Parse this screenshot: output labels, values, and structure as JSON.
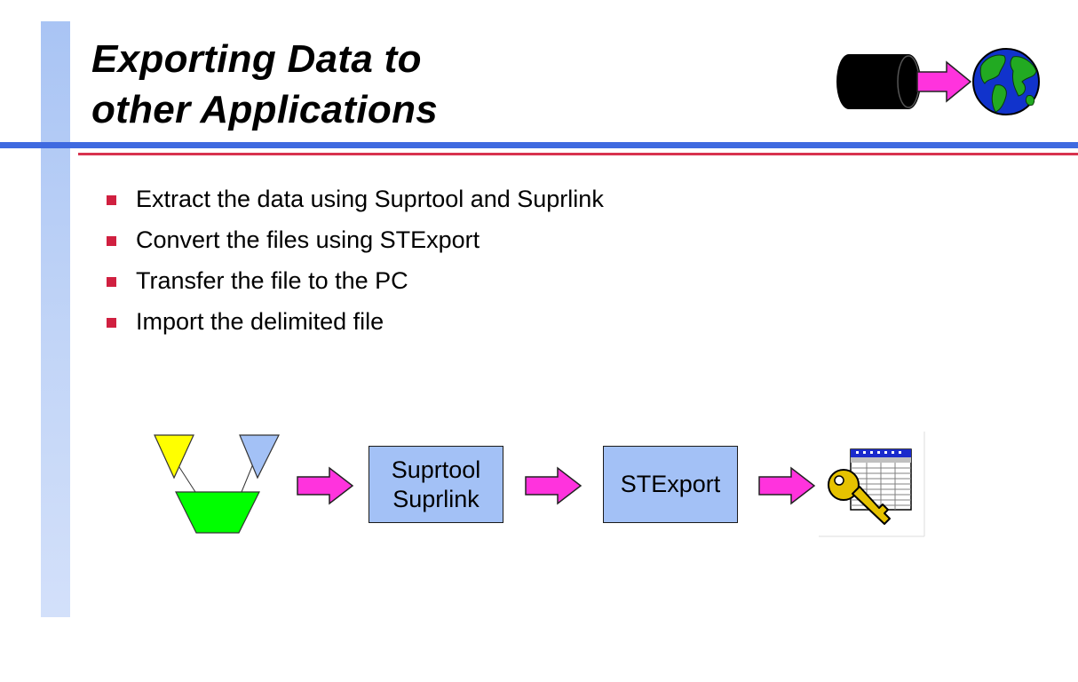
{
  "title": {
    "line1": "Exporting Data to",
    "line2": "other Applications"
  },
  "bullets": [
    "Extract the data using Suprtool and Suprlink",
    "Convert the files using STExport",
    "Transfer the file to the PC",
    "Import the delimited file"
  ],
  "diagram": {
    "box1_line1": "Suprtool",
    "box1_line2": "Suprlink",
    "box2": "STExport"
  },
  "colors": {
    "accent_blue": "#3f6ae0",
    "accent_red": "#d8324e",
    "arrow_magenta": "#ff33dd",
    "box_blue": "#a3c1f6",
    "merge_green": "#00ff00",
    "input_yellow": "#ffff00"
  },
  "icons": {
    "header_left": "disk-cylinder-icon",
    "header_right": "globe-icon",
    "diagram_start": "merge-funnel-icon",
    "diagram_end": "key-spreadsheet-icon"
  }
}
